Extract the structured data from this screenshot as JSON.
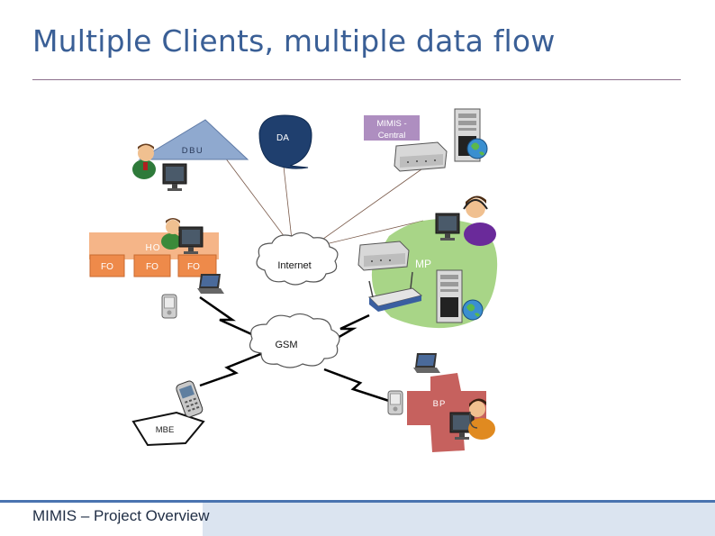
{
  "slide": {
    "title": "Multiple Clients, multiple data flow",
    "footer": "MIMIS – Project Overview"
  },
  "nodes": {
    "da": "DA",
    "dbu": "DBU",
    "mimis_central": [
      "MIMIS -",
      "Central"
    ],
    "ho": "HO",
    "fo_1": "FO",
    "fo_2": "FO",
    "fo_3": "FO",
    "internet": "Internet",
    "mp": "MP",
    "gsm": "GSM",
    "bp": "BP",
    "mbe": "MBE"
  },
  "icons": [
    "user-icon",
    "desktop-computer-icon",
    "server-tower-icon",
    "router-icon",
    "laptop-icon",
    "pda-icon",
    "mobile-phone-icon",
    "globe-icon",
    "headset-user-icon",
    "lightning-link-icon",
    "cloud-icon"
  ],
  "colors": {
    "title": "#3a5f96",
    "da_fill": "#1f3f6e",
    "dbu_fill": "#8fa9cf",
    "mimis_fill": "#a07ab5",
    "office_fill": "#ee8a4a",
    "mp_fill": "#9ed07a",
    "bp_fill": "#c0504d",
    "footer_bar": "#4a74b0"
  }
}
